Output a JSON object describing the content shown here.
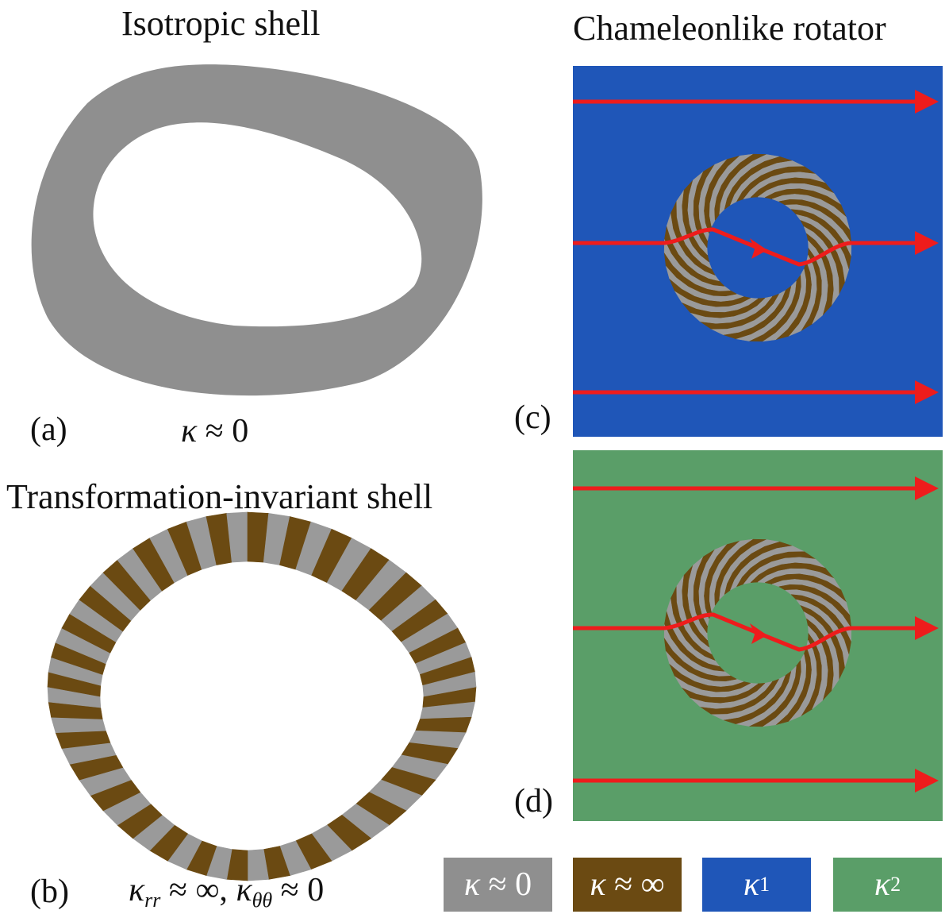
{
  "titles": {
    "isotropic": "Isotropic shell",
    "chameleon": "Chameleonlike rotator",
    "transformation": "Transformation-invariant shell"
  },
  "panels": {
    "a": "(a)",
    "b": "(b)",
    "c": "(c)",
    "d": "(d)"
  },
  "formulas": {
    "a": {
      "sym": "κ",
      "rel": "≈",
      "val": "0"
    },
    "b": {
      "s1": "κ",
      "sub1": "rr",
      "rel1": "≈",
      "val1": "∞,",
      "s2": "κ",
      "sub2": "θθ",
      "rel2": "≈",
      "val2": "0"
    }
  },
  "legend": [
    {
      "sym": "κ",
      "rel": "≈",
      "val": "0",
      "color": "#8f8f8f"
    },
    {
      "sym": "κ",
      "rel": "≈",
      "val": "∞",
      "color": "#6b4a12"
    },
    {
      "sym": "κ",
      "sub": "1",
      "color": "#1f56b8"
    },
    {
      "sym": "κ",
      "sub": "2",
      "color": "#5a9e68"
    }
  ],
  "colors": {
    "gray": "#8f8f8f",
    "brown": "#6b4a12",
    "stripe_light": "#9a9a9a",
    "blue": "#1f56b8",
    "green": "#5a9e68",
    "arrow": "#ee1c1c"
  }
}
